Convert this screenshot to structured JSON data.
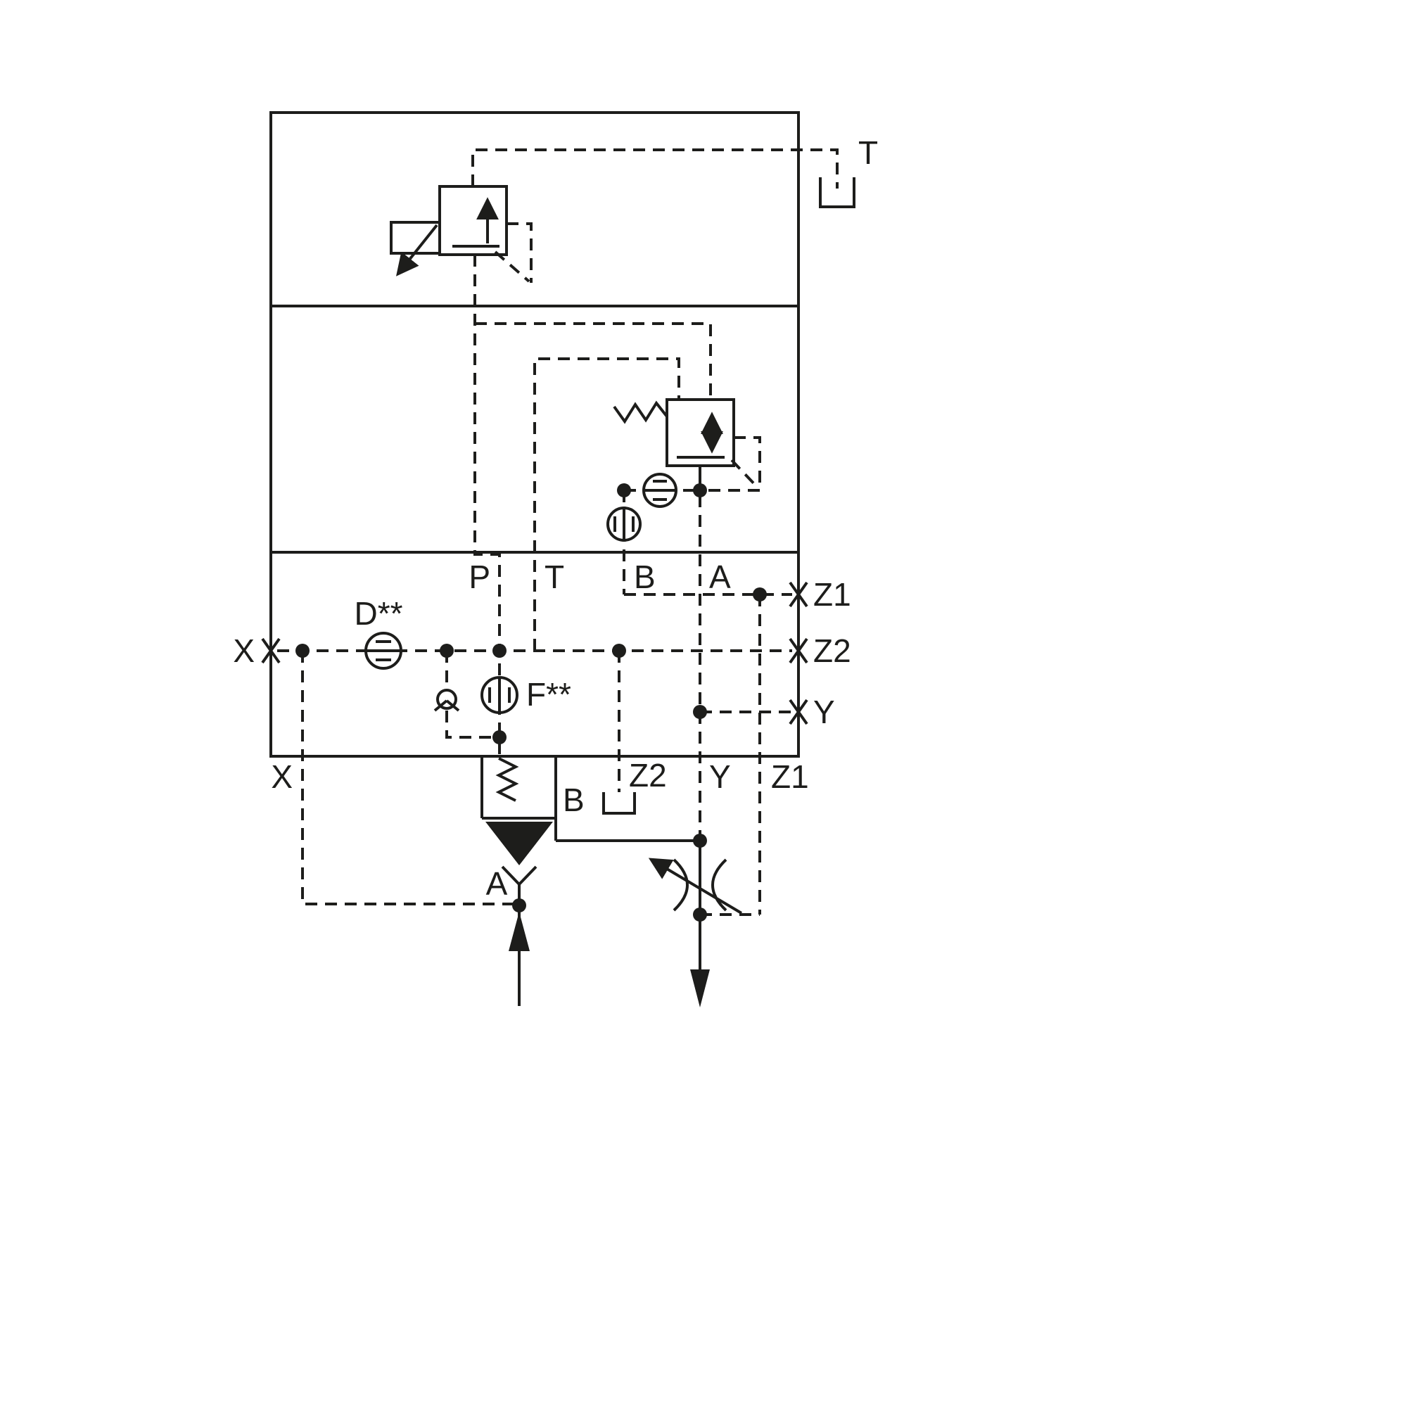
{
  "diagram": {
    "background_color": "#ffffff",
    "line_color": "#1d1d1b",
    "labels": {
      "tank": "T",
      "port_p": "P",
      "port_t": "T",
      "port_b": "B",
      "port_a": "A",
      "orifice_d": "D**",
      "orifice_f": "F**",
      "pilot_x": "X",
      "pilot_z1": "Z1",
      "pilot_z2": "Z2",
      "pilot_y": "Y",
      "bottom_x": "X",
      "bottom_z2": "Z2",
      "bottom_y": "Y",
      "bottom_z1": "Z1",
      "cartridge_b": "B",
      "cartridge_a": "A"
    }
  }
}
